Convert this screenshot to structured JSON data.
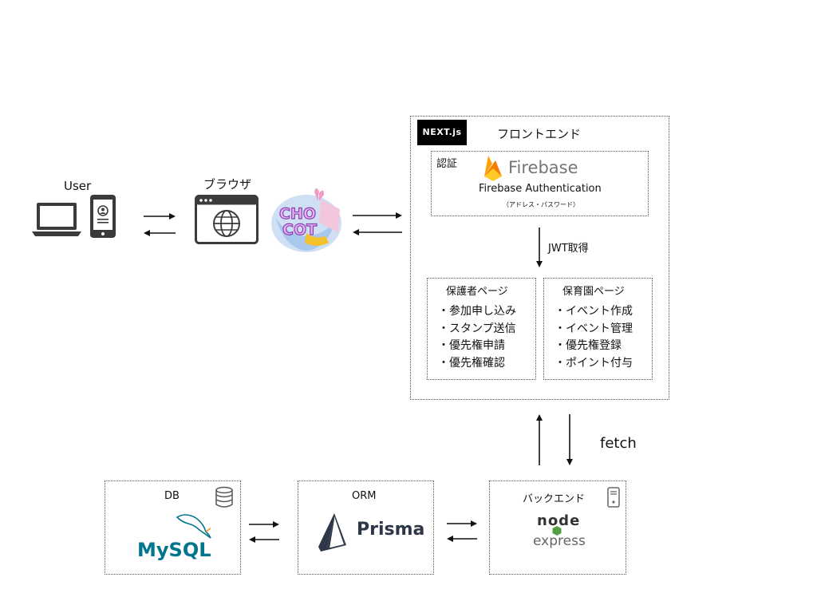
{
  "user": {
    "label": "User"
  },
  "browser": {
    "label": "ブラウザ"
  },
  "app_logo": {
    "text": "CHOCOT"
  },
  "frontend": {
    "nextjs_badge": "NEXT.js",
    "title": "フロントエンド",
    "auth": {
      "label": "認証",
      "brand": "Firebase",
      "service": "Firebase Authentication",
      "note": "（アドレス・パスワード）"
    },
    "jwt_label": "JWT取得",
    "guardian_page": {
      "title": "保護者ページ",
      "items": [
        "・参加申し込み",
        "・スタンプ送信",
        "・優先権申請",
        "・優先権確認"
      ]
    },
    "nursery_page": {
      "title": "保育園ページ",
      "items": [
        "・イベント作成",
        "・イベント管理",
        "・優先権登録",
        "・ポイント付与"
      ]
    }
  },
  "fetch_label": "fetch",
  "db": {
    "label": "DB",
    "brand": "MySQL"
  },
  "orm": {
    "label": "ORM",
    "brand": "Prisma"
  },
  "backend": {
    "label": "バックエンド",
    "brand_top": "node",
    "brand_bottom": "express"
  },
  "colors": {
    "firebase_orange": "#F5A623",
    "mysql_blue": "#00758F",
    "mysql_orange": "#F29111",
    "prisma_dark": "#2D3748",
    "node_dark": "#333333"
  }
}
